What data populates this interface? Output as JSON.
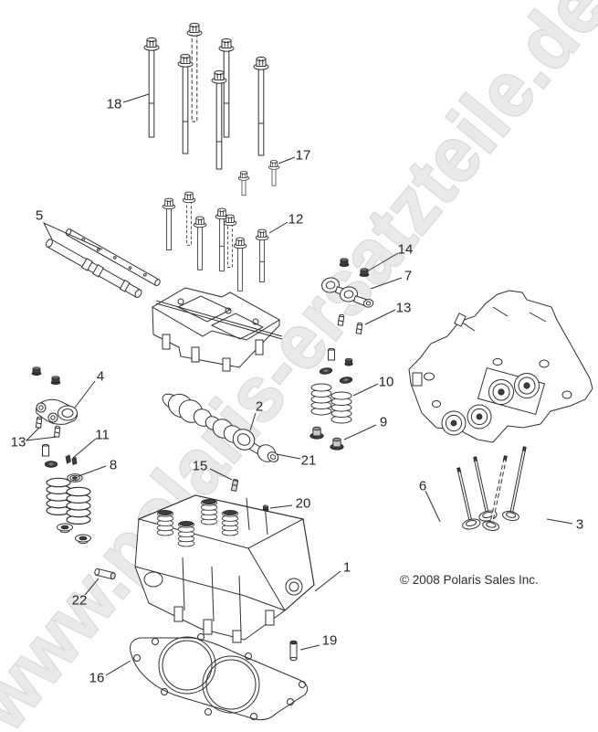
{
  "diagram": {
    "watermark": "www.polaris-ersatzteile.de",
    "copyright": "© 2008 Polaris Sales Inc.",
    "callouts": [
      "18",
      "17",
      "12",
      "5",
      "14",
      "7",
      "13",
      "10",
      "9",
      "2",
      "21",
      "15",
      "20",
      "1",
      "22",
      "19",
      "16",
      "4",
      "13",
      "11",
      "8",
      "6",
      "3"
    ]
  },
  "colors": {
    "background": "#ffffff",
    "line_art": "#2f2f2f",
    "watermark_fill": "#e9e9e9",
    "watermark_outline": "#d7d7d7",
    "label_text": "#262626"
  }
}
